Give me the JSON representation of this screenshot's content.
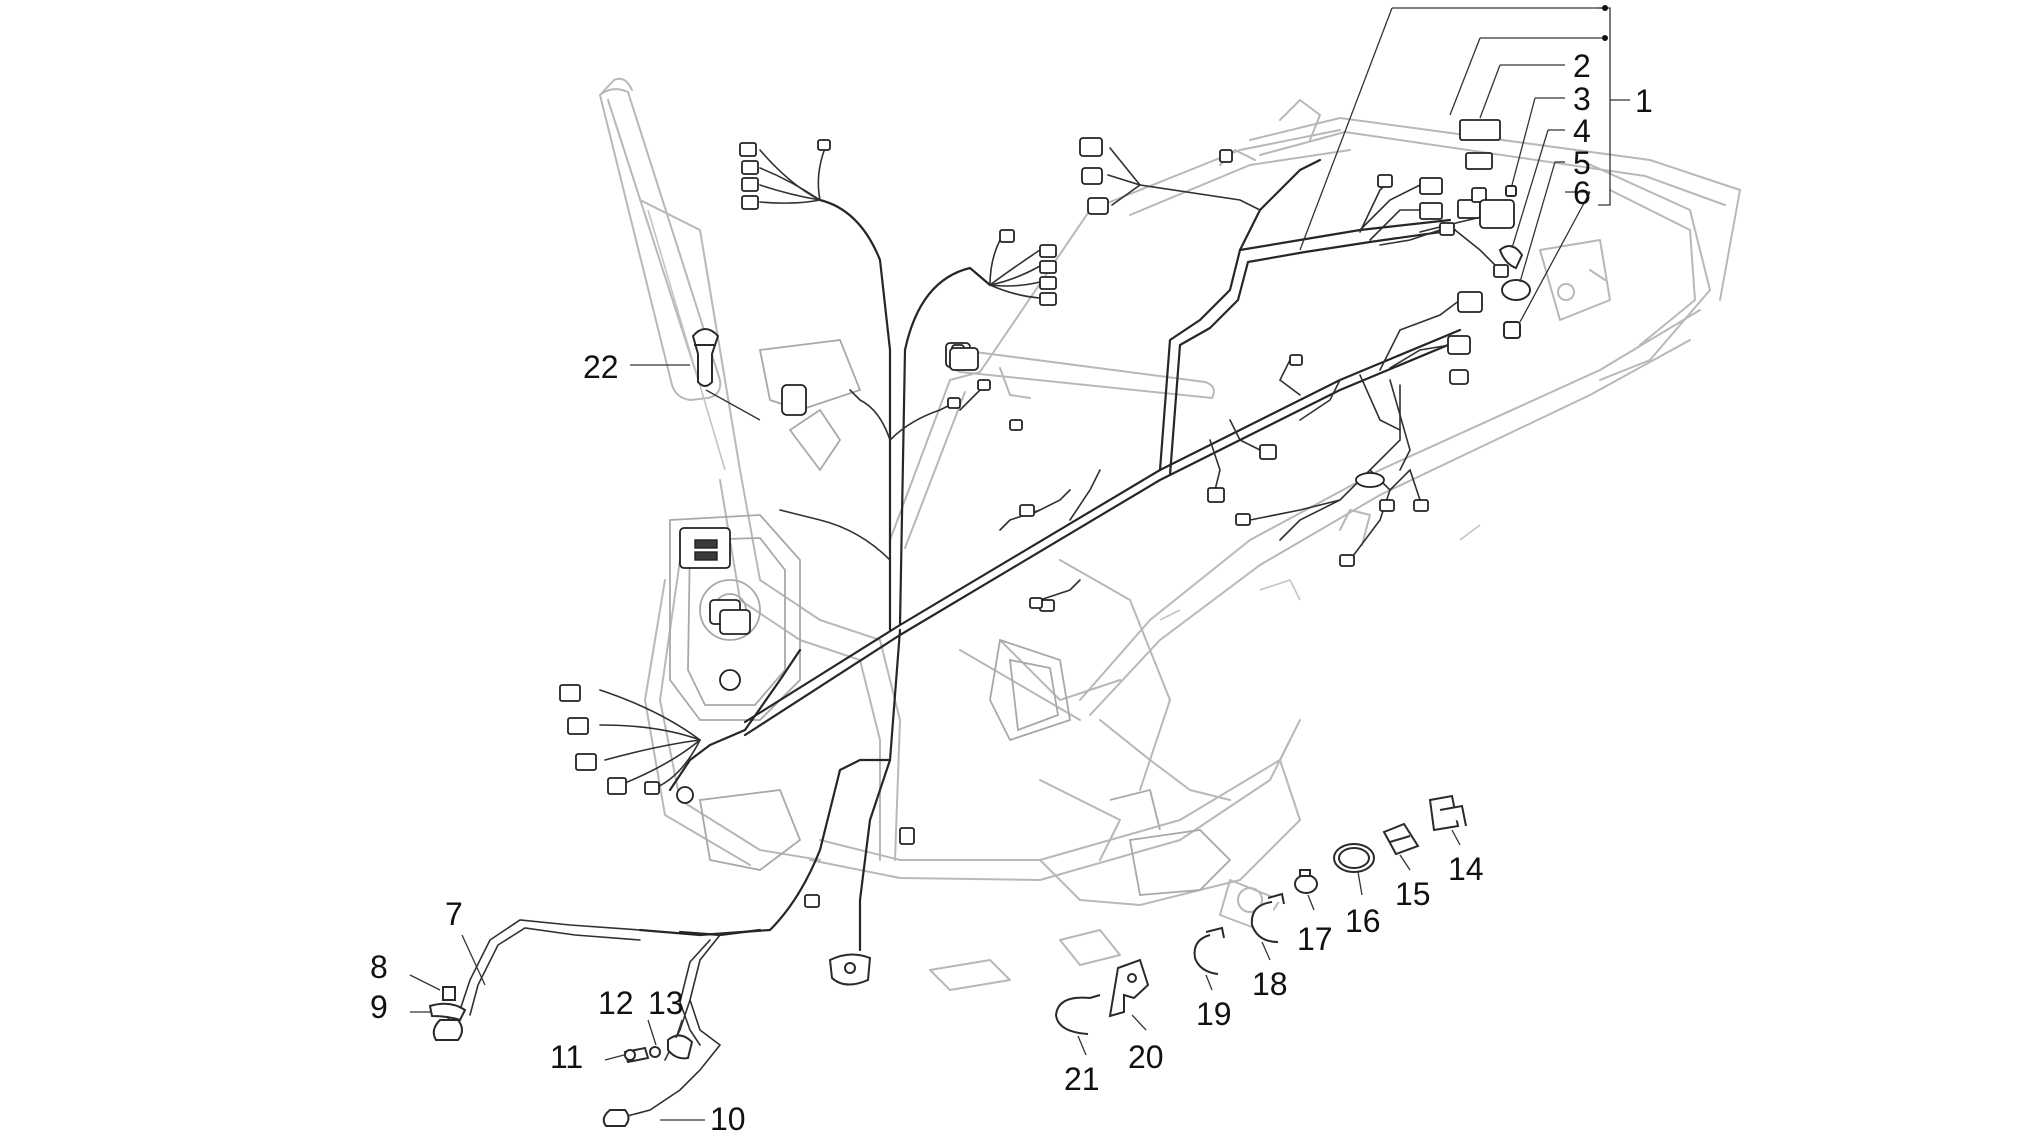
{
  "callouts": [
    {
      "id": "c1",
      "text": "1"
    },
    {
      "id": "c2",
      "text": "2"
    },
    {
      "id": "c3",
      "text": "3"
    },
    {
      "id": "c4",
      "text": "4"
    },
    {
      "id": "c5",
      "text": "5"
    },
    {
      "id": "c6",
      "text": "6"
    },
    {
      "id": "c7",
      "text": "7"
    },
    {
      "id": "c8",
      "text": "8"
    },
    {
      "id": "c9",
      "text": "9"
    },
    {
      "id": "c10",
      "text": "10"
    },
    {
      "id": "c11",
      "text": "11"
    },
    {
      "id": "c12",
      "text": "12"
    },
    {
      "id": "c13",
      "text": "13"
    },
    {
      "id": "c14",
      "text": "14"
    },
    {
      "id": "c15",
      "text": "15"
    },
    {
      "id": "c16",
      "text": "16"
    },
    {
      "id": "c17",
      "text": "17"
    },
    {
      "id": "c18",
      "text": "18"
    },
    {
      "id": "c19",
      "text": "19"
    },
    {
      "id": "c20",
      "text": "20"
    },
    {
      "id": "c21",
      "text": "21"
    },
    {
      "id": "c22",
      "text": "22"
    }
  ],
  "colors": {
    "background": "#ffffff",
    "frame": "#b8b8b8",
    "harness": "#262626",
    "text": "#111111"
  }
}
